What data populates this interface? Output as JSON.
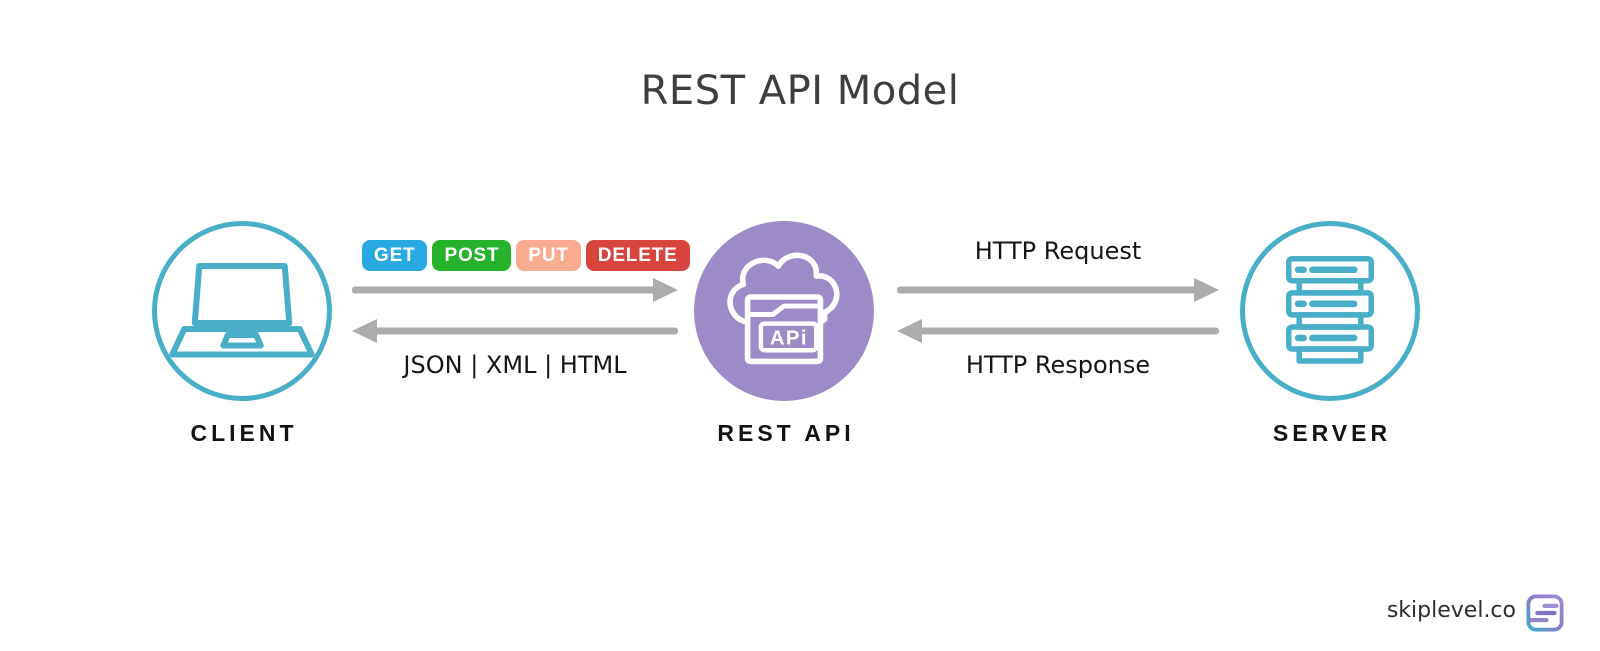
{
  "title": "REST API Model",
  "nodes": {
    "client": {
      "label": "CLIENT",
      "color": "#49AFC8"
    },
    "rest_api": {
      "label": "REST API",
      "color": "#9C8BC7",
      "icon_text": "APi"
    },
    "server": {
      "label": "SERVER",
      "color": "#49AFC8"
    }
  },
  "methods": [
    {
      "label": "GET",
      "color": "#29A9E1"
    },
    {
      "label": "POST",
      "color": "#26B32B"
    },
    {
      "label": "PUT",
      "color": "#F9AB8F"
    },
    {
      "label": "DELETE",
      "color": "#D8453E"
    }
  ],
  "arrows": {
    "color": "#ACACAC",
    "api_to_client": {
      "label": "JSON | XML | HTML"
    },
    "api_to_server": {
      "label": "HTTP Request"
    },
    "server_to_api": {
      "label": "HTTP Response"
    }
  },
  "footer": {
    "brand": "skiplevel.co",
    "logo": {
      "teal": "#2FB5C6",
      "purple_mid": "#8B7AC9",
      "purple": "#A390DC",
      "bar_top": "#A08FD6",
      "bar_mid": "#8272C5",
      "bar_bottom": "#9586CE"
    }
  }
}
